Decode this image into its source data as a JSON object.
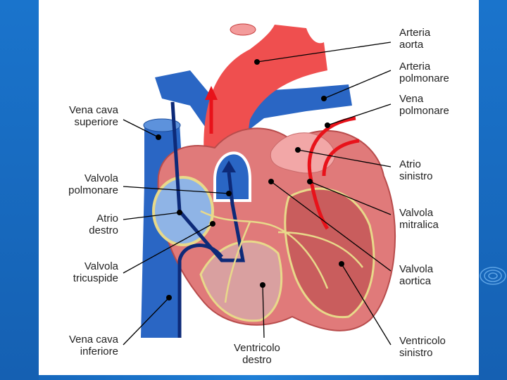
{
  "colors": {
    "background": "#1a6fc4",
    "card": "#ffffff",
    "artery_red": "#ef4f4f",
    "vein_blue": "#2a66c4",
    "muscle": "#e07a7a",
    "flow_red_arrow": "#e8121a",
    "flow_blue_arrow": "#0d2a78",
    "conduction_yellow": "#e8d98a"
  },
  "labels": {
    "aorta": "Arteria\naorta",
    "pulmonary_artery": "Arteria\npolmonare",
    "pulmonary_vein": "Vena\npolmonare",
    "left_atrium": "Atrio\nsinistro",
    "mitral_valve": "Valvola\nmitralica",
    "aortic_valve": "Valvola\naortica",
    "left_ventricle": "Ventricolo\nsinistro",
    "right_ventricle": "Ventricolo\ndestro",
    "superior_vena_cava": "Vena cava\nsuperiore",
    "pulmonary_valve": "Valvola\npolmonare",
    "right_atrium": "Atrio\ndestro",
    "tricuspid_valve": "Valvola\ntricuspide",
    "inferior_vena_cava": "Vena cava\ninferiore"
  },
  "decor": {
    "swirl_icon": "swirl-icon"
  }
}
